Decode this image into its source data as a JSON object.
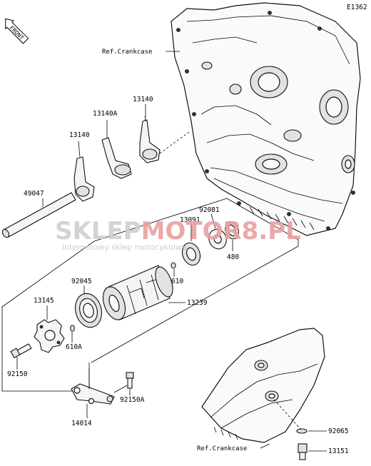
{
  "diagram_id": "E1362",
  "front_label": "FRONT",
  "ref_top": "Ref.Crankcase",
  "ref_bottom": "Ref.Crankcase",
  "parts": {
    "p13140_top": "13140",
    "p13140a": "13140A",
    "p13140_left": "13140",
    "p49047": "49047",
    "p92081": "92081",
    "p13091": "13091",
    "p480": "480",
    "p610": "610",
    "p92045": "92045",
    "p13145": "13145",
    "p13239": "13239",
    "p610a": "610A",
    "p92150": "92150",
    "p92150a": "92150A",
    "p14014": "14014",
    "p92065": "92065",
    "p13151": "13151"
  },
  "watermark": {
    "brand_left": "SKLEP",
    "brand_mid": "MOTO",
    "brand_right": "R8.PL",
    "tagline": "internetowy sklep motocyklowy",
    "color_grey": "#cfcfcf",
    "color_red": "#e8a0a0"
  }
}
